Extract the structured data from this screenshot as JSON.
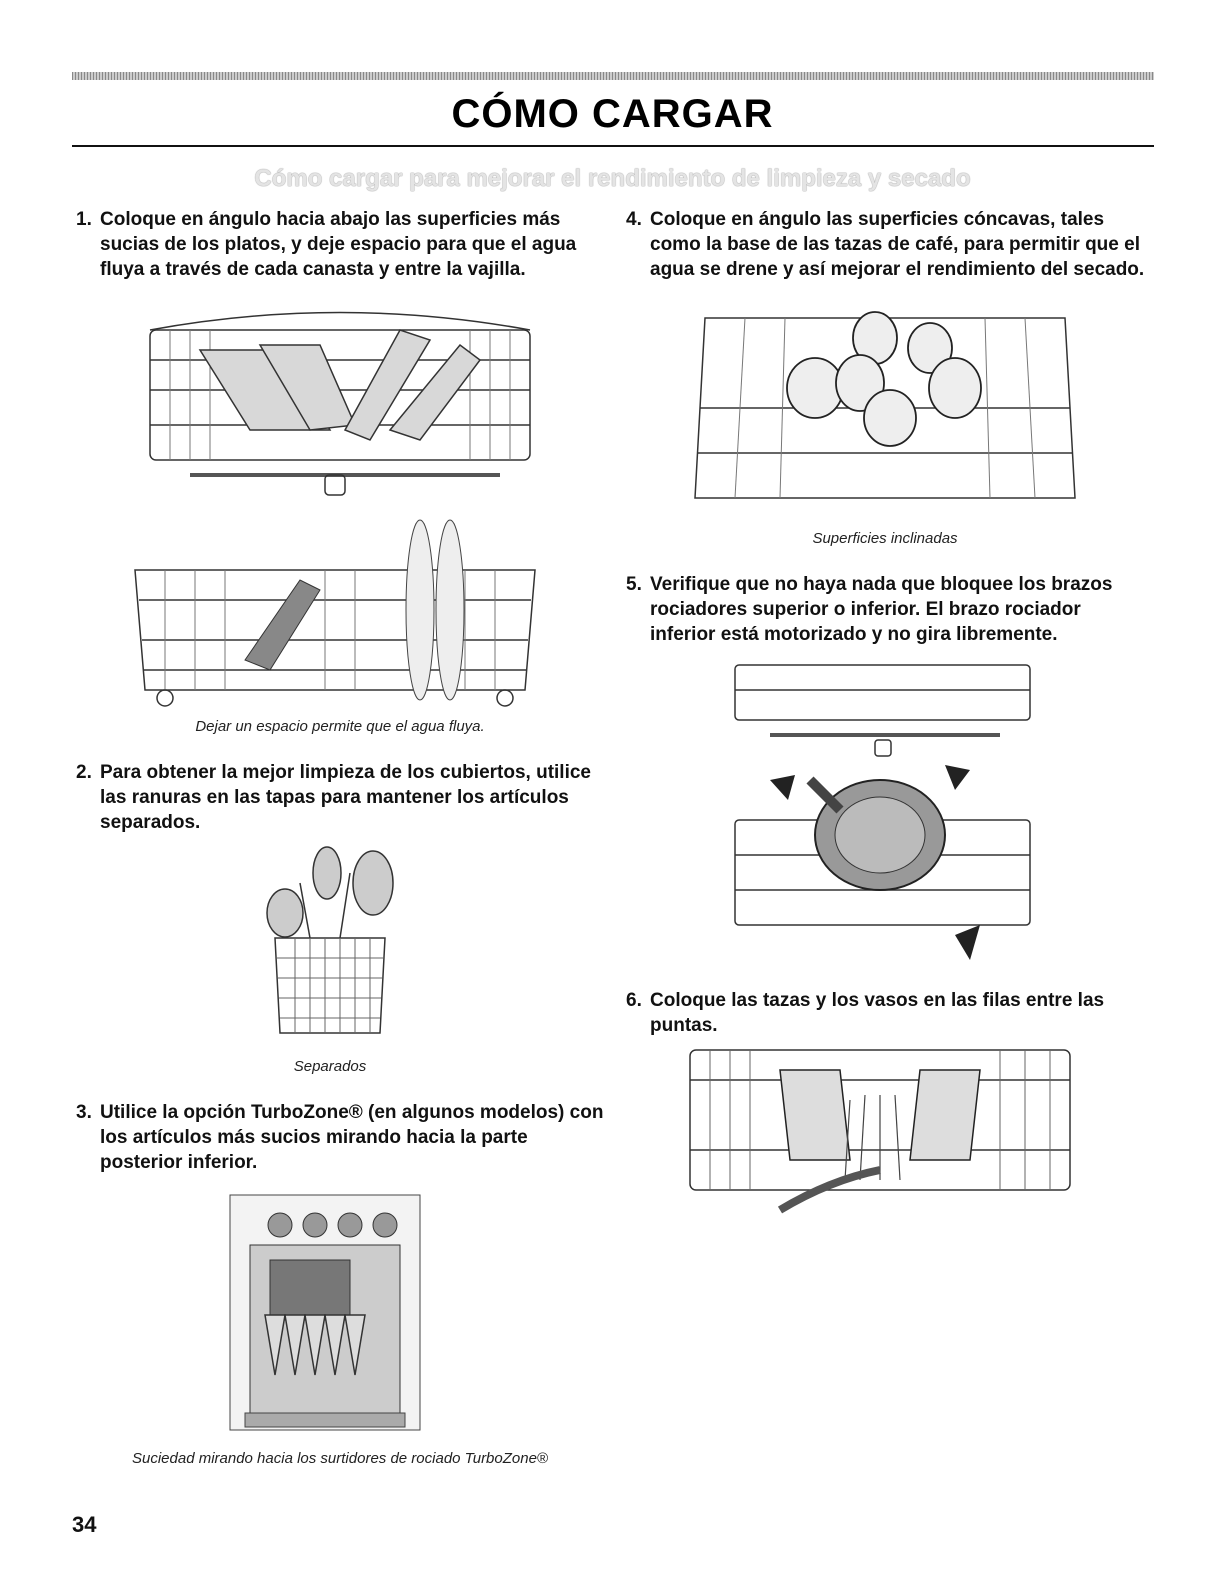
{
  "page": {
    "title": "CÓMO CARGAR",
    "subtitle": "Cómo cargar para mejorar el rendimiento de limpieza y secado",
    "page_number": "34"
  },
  "steps": [
    {
      "number": "1.",
      "text": "Coloque en ángulo hacia abajo las superficies más sucias de los platos, y deje espacio para que el agua fluya a través de cada canasta y entre la vajilla."
    },
    {
      "number": "2.",
      "text": "Para obtener la mejor limpieza de los cubiertos, utilice las ranuras en las tapas para mantener los artículos separados."
    },
    {
      "number": "3.",
      "text": "Utilice la opción TurboZone® (en algunos modelos) con los artículos más sucios mirando hacia la parte posterior inferior."
    },
    {
      "number": "4.",
      "text": "Coloque en ángulo las superficies cóncavas, tales como la base de las tazas de café, para permitir que el agua se drene y así mejorar el rendimiento del secado."
    },
    {
      "number": "5.",
      "text": "Verifique que no haya nada que bloquee los brazos rociadores superior o inferior. El brazo rociador inferior está motorizado y no gira libremente."
    },
    {
      "number": "6.",
      "text": "Coloque las tazas y los vasos en las filas entre las puntas."
    }
  ],
  "captions": {
    "flow": "Dejar un espacio permite que el agua fluya.",
    "separated": "Separados",
    "turbozone": "Suciedad mirando hacia los surtidores de rociado TurboZone®",
    "inclined": "Superficies inclinadas"
  }
}
